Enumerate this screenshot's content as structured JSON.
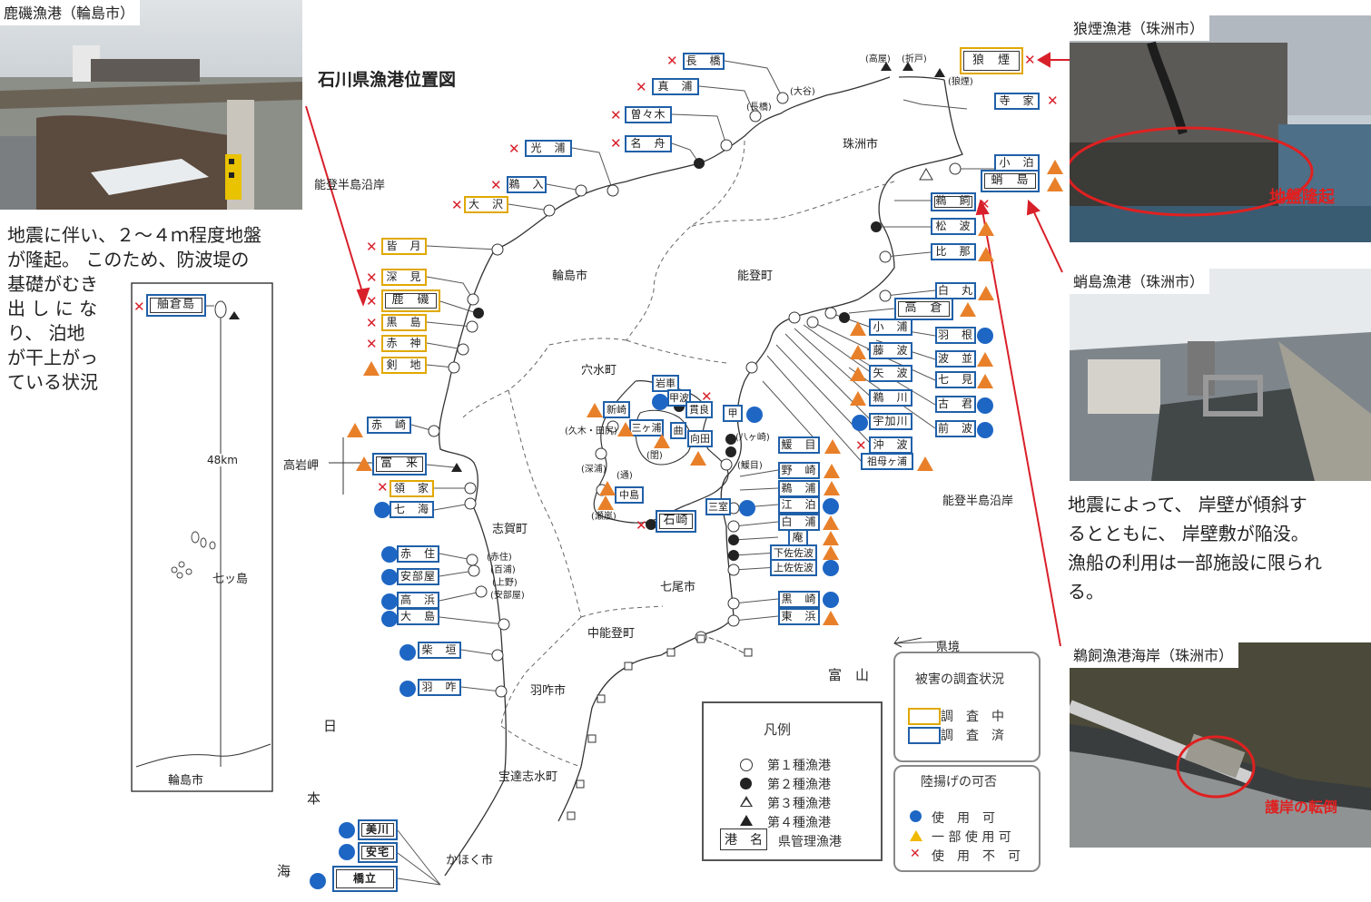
{
  "title": "石川県漁港位置図",
  "photos": {
    "kaiso": "鹿磯漁港（輪島市）",
    "rokuro": "狼煙漁港（珠洲市）",
    "rokuro_note": "地盤隆起",
    "tako": "蛸島漁港（珠洲市）",
    "ukai": "鵜飼漁港海岸（珠洲市）",
    "ukai_note": "護岸の転倒"
  },
  "notes": {
    "left": [
      "地震に伴い、２～４ｍ程度地盤",
      "が隆起。 このため、防波堤の",
      "基礎がむき",
      "出 し に な",
      "り、 泊地",
      "が干上がっ",
      "ている状況"
    ],
    "right": [
      "地震によって、 岸壁が傾斜す",
      "るとともに、 岸壁敷が陥没。",
      "漁船の利用は一部施設に限られ",
      "る。"
    ]
  },
  "regions": {
    "noto_west": "能登半島沿岸",
    "noto_east": "能登半島沿岸",
    "wajima": "輪島市",
    "suzu": "珠洲市",
    "noto": "能登町",
    "anamizu": "穴水町",
    "shika": "志賀町",
    "nanao": "七尾市",
    "nakanoto": "中能登町",
    "hakui": "羽咋市",
    "hodatsu": "宝達志水町",
    "kahoku": "かほく市",
    "toyama": "富　山",
    "kenkyo": "県境",
    "takaiwa": "高岩岬",
    "inset_city": "輪島市",
    "inset_dist": "48km",
    "nanatsu": "七ッ島",
    "sea": [
      "日",
      "本",
      "海"
    ]
  },
  "small_labels": [
    "(高屋)",
    "(折戸)",
    "(狼煙)",
    "(大谷)",
    "(長橋)",
    "(久木・田尻)",
    "(深浦)",
    "(通)",
    "(瀬嵐)",
    "(閨)",
    "(八ヶ崎)",
    "(鰀目)",
    "(赤住)",
    "(百浦)",
    "(上野)",
    "(安部屋)"
  ],
  "ports": [
    {
      "id": "nagahashi",
      "name": "長　橋"
    },
    {
      "id": "maura",
      "name": "真　浦"
    },
    {
      "id": "sosogi",
      "name": "曽々木"
    },
    {
      "id": "nafune",
      "name": "名　舟"
    },
    {
      "id": "mitsuura",
      "name": "光　浦"
    },
    {
      "id": "unyu",
      "name": "鵜　入"
    },
    {
      "id": "osawa",
      "name": "大　沢"
    },
    {
      "id": "minazuki",
      "name": "皆　月"
    },
    {
      "id": "fukami",
      "name": "深　見"
    },
    {
      "id": "kaiso",
      "name": "鹿　磯"
    },
    {
      "id": "kuroshima",
      "name": "黒　島"
    },
    {
      "id": "akagami",
      "name": "赤　神"
    },
    {
      "id": "kenji",
      "name": "剣　地"
    },
    {
      "id": "akasaki",
      "name": "赤　崎"
    },
    {
      "id": "togi",
      "name": "富　来"
    },
    {
      "id": "ryoke",
      "name": "領　家"
    },
    {
      "id": "shichimi",
      "name": "七　海"
    },
    {
      "id": "akazumi",
      "name": "赤　住"
    },
    {
      "id": "abeya",
      "name": "安部屋"
    },
    {
      "id": "takahama",
      "name": "高　浜"
    },
    {
      "id": "ojima",
      "name": "大　島"
    },
    {
      "id": "shibagaki",
      "name": "柴　垣"
    },
    {
      "id": "haku",
      "name": "羽　咋"
    },
    {
      "id": "hegura",
      "name": "舳倉島"
    },
    {
      "id": "rokuro",
      "name": "狼　煙"
    },
    {
      "id": "teraie",
      "name": "寺　家"
    },
    {
      "id": "kodomari",
      "name": "小　泊"
    },
    {
      "id": "takojima",
      "name": "蛸　島"
    },
    {
      "id": "ukai",
      "name": "鵜　飼"
    },
    {
      "id": "matsunami",
      "name": "松　波"
    },
    {
      "id": "hiji",
      "name": "比　那"
    },
    {
      "id": "shiramaru",
      "name": "白　丸"
    },
    {
      "id": "takakura",
      "name": "高　倉"
    },
    {
      "id": "oura",
      "name": "小　浦"
    },
    {
      "id": "hane",
      "name": "羽　根"
    },
    {
      "id": "fujinami",
      "name": "藤　波"
    },
    {
      "id": "hanami",
      "name": "波　並"
    },
    {
      "id": "yanami",
      "name": "矢　波"
    },
    {
      "id": "nanami",
      "name": "七　見"
    },
    {
      "id": "ukawa",
      "name": "鵜　川"
    },
    {
      "id": "furukimi",
      "name": "古　君"
    },
    {
      "id": "ukaji",
      "name": "宇加川"
    },
    {
      "id": "maenami",
      "name": "前　波"
    },
    {
      "id": "okinami",
      "name": "沖　波"
    },
    {
      "id": "sobogaura",
      "name": "祖母ヶ浦"
    },
    {
      "id": "emome",
      "name": "鰀　目"
    },
    {
      "id": "nozaki",
      "name": "野　崎"
    },
    {
      "id": "unoura",
      "name": "鵜　浦"
    },
    {
      "id": "etomari",
      "name": "江　泊"
    },
    {
      "id": "shiraura",
      "name": "白　浦"
    },
    {
      "id": "tan",
      "name": "庵"
    },
    {
      "id": "shimosasanami",
      "name": "下佐佐波"
    },
    {
      "id": "kamisasanami",
      "name": "上佐佐波"
    },
    {
      "id": "kurosaki",
      "name": "黒　崎"
    },
    {
      "id": "higashihama",
      "name": "東　浜"
    },
    {
      "id": "iwaguruma",
      "name": "岩車"
    },
    {
      "id": "shinsaki",
      "name": "新崎"
    },
    {
      "id": "kabunami",
      "name": "甲波"
    },
    {
      "id": "mikaura",
      "name": "三ヶ浦"
    },
    {
      "id": "kinoura",
      "name": "曲"
    },
    {
      "id": "mukaida",
      "name": "向田"
    },
    {
      "id": "kabuto",
      "name": "甲"
    },
    {
      "id": "nakajima",
      "name": "中島"
    },
    {
      "id": "ishizaki",
      "name": "石崎"
    },
    {
      "id": "misaki",
      "name": "三室"
    },
    {
      "id": "gekyo",
      "name": "貫良"
    },
    {
      "id": "mikawa",
      "name": "美川"
    },
    {
      "id": "anyaka",
      "name": "安宅"
    },
    {
      "id": "hashidate",
      "name": "橋立"
    }
  ],
  "legend": {
    "title": "凡例",
    "items": [
      "第１種漁港",
      "第２種漁港",
      "第３種漁港",
      "第４種漁港"
    ],
    "managed_box": "港　名",
    "managed": "県管理漁港"
  },
  "survey": {
    "title": "被害の調査状況",
    "ongoing": "調　査　中",
    "done": "調　査　済"
  },
  "landing": {
    "title": "陸揚げの可否",
    "ok": "使　用　可",
    "partial": "一 部 使 用 可",
    "ng": "使　用　不　可"
  },
  "colors": {
    "ok": "#1e66c4",
    "partial": "#e8802a",
    "ng": "#d8202a",
    "ongoing": "#e0a800",
    "done": "#2060a8"
  }
}
